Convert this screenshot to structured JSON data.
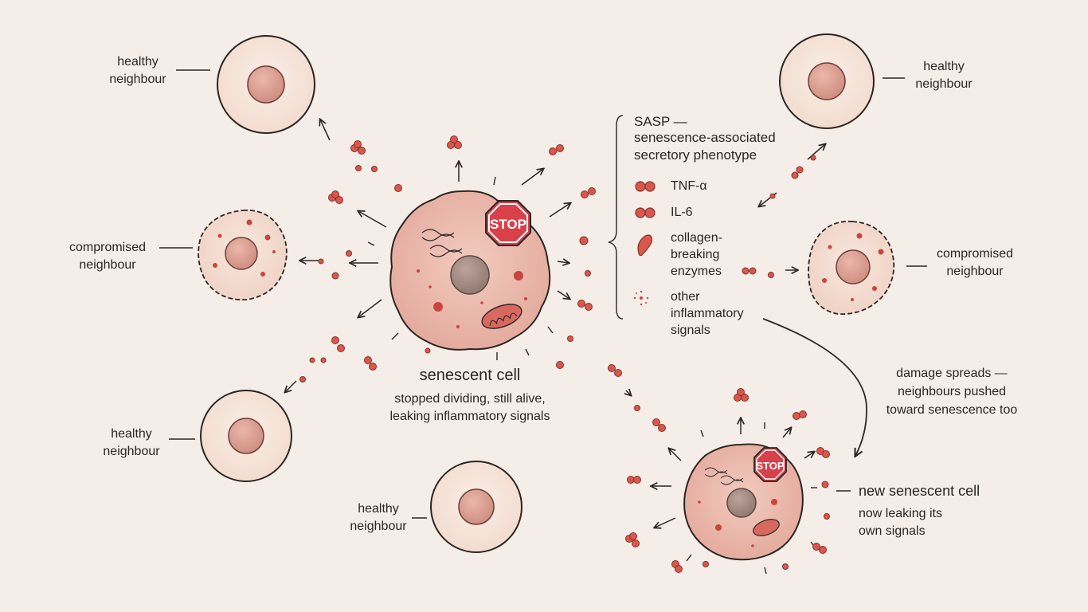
{
  "sasp": {
    "title_line1": "SASP —",
    "title_rest": "senescence-associated\nsecretory phenotype",
    "items": [
      {
        "label": "TNF-α",
        "icon": "double-molecule-icon"
      },
      {
        "label": "IL-6",
        "icon": "double-molecule-icon"
      },
      {
        "label": "collagen-\nbreaking\nenzymes",
        "icon": "enzyme-icon"
      },
      {
        "label": "other\ninflammatory\nsignals",
        "icon": "speckle-icon"
      }
    ]
  },
  "labels": {
    "healthy_top_left": "healthy\nneighbour",
    "healthy_top_right": "healthy\nneighbour",
    "compromised_left": "compromised\nneighbour",
    "compromised_right": "compromised\nneighbour",
    "healthy_bottom_left": "healthy\nneighbour",
    "healthy_bottom_center": "healthy\nneighbour",
    "senescent_title": "senescent cell",
    "senescent_sub": "stopped dividing, still alive,\nleaking inflammatory signals",
    "damage_spreads": "damage spreads —\nneighbours pushed\ntoward senescence too",
    "new_senescent_title": "new senescent cell",
    "new_senescent_sub": "now leaking its\nown signals"
  },
  "stop_sign": "STOP",
  "colors": {
    "background": "#f5eee8",
    "healthy_cell": "#f7e3d8",
    "nucleus": "#d99e92",
    "senescent_cell": "#eec0b4",
    "senescent_nucleus": "#a88f86",
    "molecule": "#d8584e",
    "stop_red": "#d8404a",
    "ink": "#2b2523"
  }
}
